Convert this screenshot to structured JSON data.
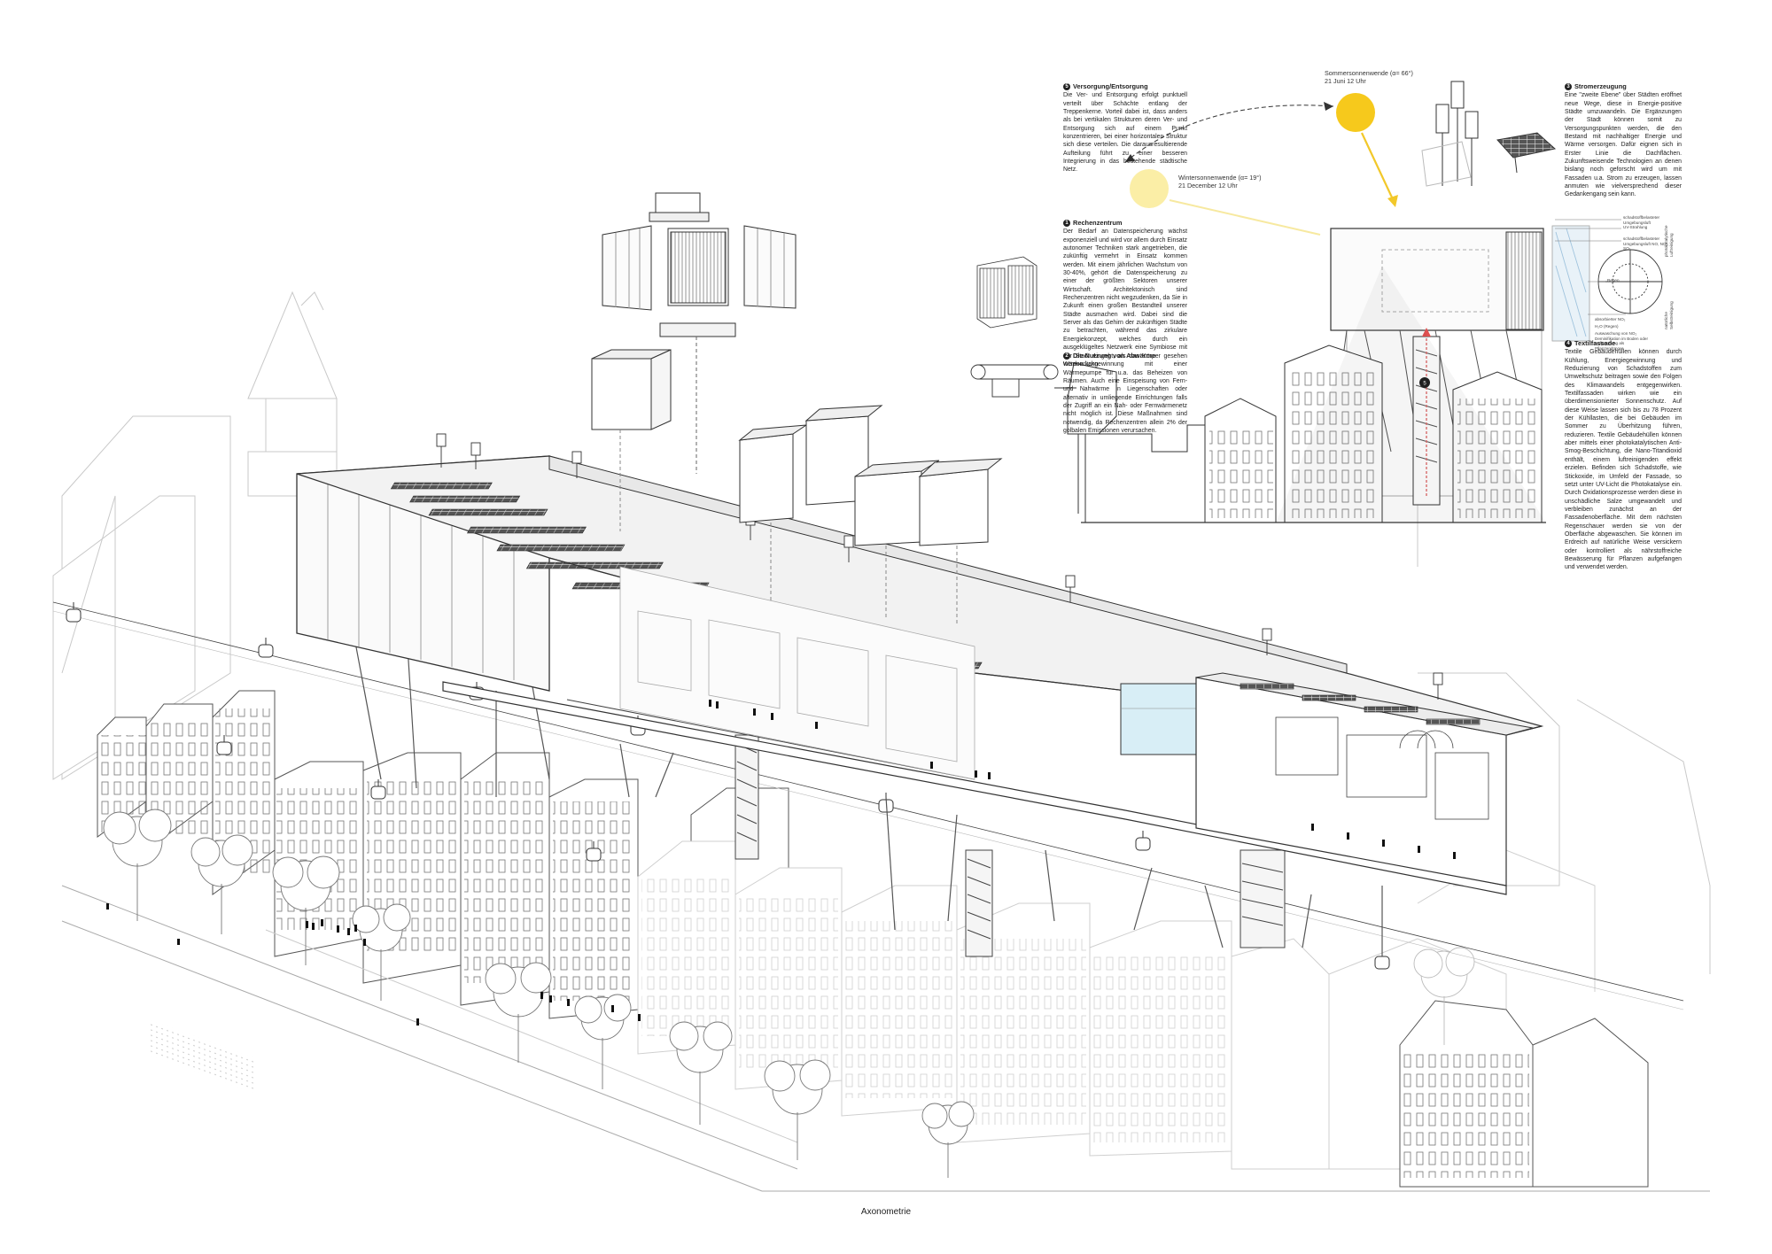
{
  "caption": "Axonometrie",
  "notes": {
    "supply": {
      "number": "5",
      "title": "Versorgung/Entsorgung",
      "body": "Die Ver- und Entsorgung erfolgt punktuell verteilt über Schächte entlang der Treppenkerne. Vorteil dabei ist, dass anders als bei vertikalen Strukturen deren Ver- und Entsorgung sich auf einem Punkt konzentrieren, bei einer horizontalen Struktur sich diese verteilen. Die darausresultierende Aufteilung führt zu einer besseren Integrierung in das bestehende städtische Netz."
    },
    "datacenter": {
      "number": "1",
      "title": "Rechenzentrum",
      "body": "Der Bedarf an Datenspeicherung wächst exponenziell und wird vor allem durch Einsatz autonomer Techniken stark angetrieben, die zukünftig vermehrt in Einsatz kommen werden. Mit einem jährlichen Wachstum von 30-40%, gehört die Datenspeicherung zu einer der größten Sektoren unserer Wirtschaft. Architektonisch sind Rechenzentren nicht wegzudenken, da Sie in Zukunft einen großen Bestandteil unserer Städte ausmachen wird. Dabei sind die Server als das Gehirn der zukünftigen Städte zu betrachten, während das zirkulare Energiekonzept, welches durch ein ausgeklügeltes Netzwerk eine Symbiose mit der Stadt eingeht, als das Körper gesehen werden kann."
    },
    "waste_heat": {
      "number": "2",
      "title": "Die Nutzung von Abwärme",
      "body": "Wärmerückgewinnung mit einer Wärmepumpe für u.a. das Beheizen von Räumen. Auch eine Einspeisung von Fern- und Nahwärme in Liegenschaften oder alternativ in umliegende Einrichtungen falls der Zugriff an ein Nah- oder Fernwärmenetz nicht möglich ist. Diese Maßnahmen sind notwendig, da Rechenzentren allein 2% der golbalen Emissionen verursachen."
    },
    "power": {
      "number": "3",
      "title": "Stromerzeugung",
      "body": "Eine \"zweite Ebene\" über Städten eröffnet neue Wege, diese in Energie-positive Städte umzuwandeln. Die Ergänzungen der Stadt können somit zu Versorgungspunkten werden, die den Bestand mit nachhaltiger Energie und Wärme versorgen. Dafür eignen sich in Erster Linie die Dachflächen. Zukunftsweisende Technologien an denen bislang noch geforscht wird um mit Fassaden u.a. Strom zu erzeugen, lassen anmuten wie vielversprechend dieser Gedankengang sein kann."
    },
    "facade": {
      "number": "4",
      "title": "Textilfassade",
      "body": "Textile Gebäudehüllen können durch Kühlung, Energiegewinnung und Reduzierung von Schadstoffen zum Umweltschutz beitragen sowie den Folgen des Klimawandels entgegenwirken. Textilfassaden wirken wie ein überdimensionierter Sonnenschutz. Auf diese Weise lassen sich bis zu 78 Prozent der Kühllasten, die bei Gebäuden im Sommer zu Überhitzung führen, reduzieren. Textile Gebäudehüllen können aber mittels einer photokatalytischen Anti-Smog-Beschichtung, die Nano-Titandioxid enthält, einem luftreinigenden effekt erzielen. Befinden sich Schadstoffe, wie Stickoxide, im Umfeld der Fassade, so setzt unter UV-Licht die Photokatalyse ein. Durch Oxidationsprozesse werden diese in unschädliche Salze umgewandelt und verbleiben zunächst an der Fassadenoberfläche. Mit dem nächsten Regenschauer werden sie von der Oberfläche abgewaschen. Sie können im Erdreich auf natürliche Weise versickern oder kontrolliert als nährstoffreiche Bewässerung für Pflanzen aufgefangen und verwendet werden."
    }
  },
  "sun": {
    "summer_title": "Sommersonnenwende (α= 66°)",
    "summer_date": "21 Juni 12 Uhr",
    "winter_title": "Wintersonnenwende (α= 19°)",
    "winter_date": "21 December 12 Uhr",
    "summer_color": "#f6c91c",
    "winter_color": "#fbeea6"
  },
  "facade_diagram": {
    "labels": {
      "polluted_air": "schadstoffbelasteter Umgebungsluft",
      "uv": "UV-Strahlung",
      "pollutants": "schadstoffbelasteter Umgebungsluft NO, NO₂, SO₂",
      "rain": "Regen",
      "absorbed": "absorbierter NO₂",
      "water": "H₂O (Regen)",
      "washout": "Auswaschung von NO₂ Deminifikation im Boden oder Aufbereitung als Pflanzendünger",
      "side_label_1": "photokatalytische Luftreinigung",
      "side_label_2": "natürliche Selbstreinigung"
    },
    "callout_number": "5"
  },
  "colors": {
    "line": "#3a3a3a",
    "faded": "#c9c9c9",
    "glass": "#d8eef6"
  }
}
